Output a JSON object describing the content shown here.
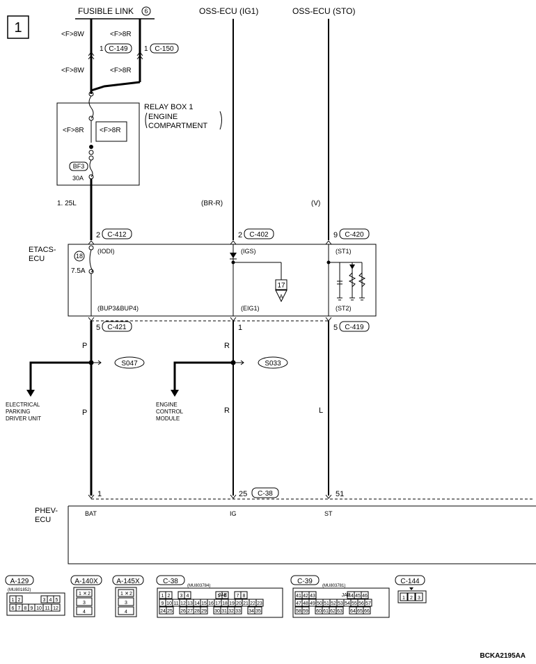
{
  "page_number": "1",
  "sources": {
    "fusible": "FUSIBLE LINK",
    "fusible_num": "6",
    "oss_ig1": "OSS-ECU (IG1)",
    "oss_sto": "OSS-ECU (STO)"
  },
  "top_connectors": {
    "code_a": "<F>8W",
    "code_b": "<F>8R",
    "pin_a": "1",
    "conn_a": "C-149",
    "pin_b": "1",
    "conn_b": "C-150",
    "lower_a": "<F>8W",
    "lower_b": "<F>8R"
  },
  "relay_box": {
    "title_line1": "RELAY BOX 1",
    "title_line2": "ENGINE",
    "title_line3": "COMPARTMENT",
    "code_left": "<F>8R",
    "code_right": "<F>8R",
    "fuse": "BF3",
    "rating": "30A"
  },
  "wire_sizes": {
    "left": "1. 25L",
    "mid": "(BR-R)",
    "right": "(V)"
  },
  "etacs_top": {
    "pin_l": "2",
    "conn_l": "C-412",
    "pin_m": "2",
    "conn_m": "C-402",
    "pin_r": "9",
    "conn_r": "C-420"
  },
  "etacs": {
    "label1": "ETACS-",
    "label2": "ECU",
    "fuse_num": "18",
    "fuse_rating": "7.5A",
    "term_iodi": "(IODI)",
    "term_igs": "(IGS)",
    "term_st1": "(ST1)",
    "term_bup": "(BUP3&BUP4)",
    "term_eig1": "(EIG1)",
    "term_st2": "(ST2)",
    "ground_num": "17",
    "ground_letter": "A"
  },
  "etacs_bottom": {
    "pin_l": "5",
    "conn_l": "C-421",
    "pin_m": "1",
    "pin_r": "5",
    "conn_r": "C-419"
  },
  "wires": {
    "color_p": "P",
    "color_r": "R",
    "color_p2": "P",
    "color_r2": "R",
    "color_l": "L",
    "splice_l": "S047",
    "splice_m": "S033"
  },
  "branches": {
    "left_1": "ELECTRICAL",
    "left_2": "PARKING",
    "left_3": "DRIVER UNIT",
    "mid_1": "ENGINE",
    "mid_2": "CONTROL",
    "mid_3": "MODULE"
  },
  "phev": {
    "pin_bat": "1",
    "pin_ig": "25",
    "conn": "C-38",
    "pin_st": "51",
    "label1": "PHEV-",
    "label2": "ECU",
    "term_bat": "BAT",
    "term_ig": "IG",
    "term_st": "ST"
  },
  "connector_views": {
    "a129": "A-129",
    "a129_part": "(MU801852)",
    "a140": "A-140X",
    "a145": "A-145X",
    "c38": "C-38",
    "c38_part": "(MU803784)",
    "c38_jae": "JAE",
    "c39": "C-39",
    "c39_part": "(MU803781)",
    "c39_jae": "JAE",
    "c144": "C-144"
  },
  "figure_id": "BCKA2195AA"
}
